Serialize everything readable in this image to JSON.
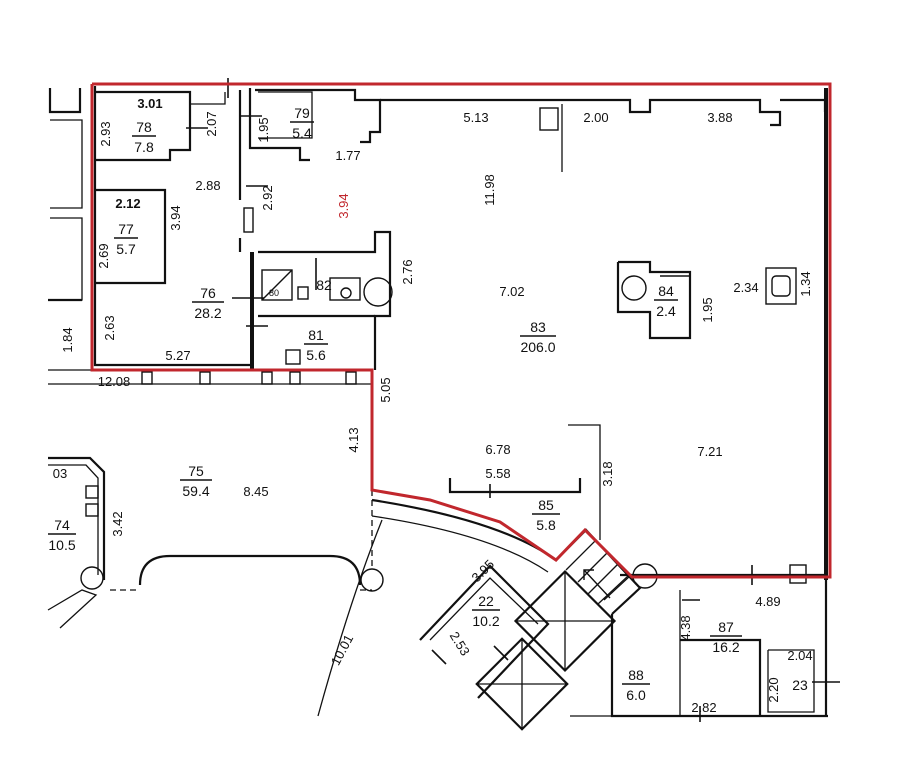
{
  "plan": {
    "boundary_color": "#c1272d",
    "rooms": [
      {
        "id": "78",
        "area": "7.8"
      },
      {
        "id": "77",
        "area": "5.7"
      },
      {
        "id": "76",
        "area": "28.2"
      },
      {
        "id": "79",
        "area": "5.4"
      },
      {
        "id": "81",
        "area": "5.6"
      },
      {
        "id": "82",
        "area": ""
      },
      {
        "id": "83",
        "area": "206.0"
      },
      {
        "id": "84",
        "area": "2.4"
      },
      {
        "id": "85",
        "area": "5.8"
      },
      {
        "id": "75",
        "area": "59.4"
      },
      {
        "id": "74",
        "area": "10.5"
      },
      {
        "id": "22",
        "area": "10.2"
      },
      {
        "id": "87",
        "area": "16.2"
      },
      {
        "id": "88",
        "area": "6.0"
      },
      {
        "id": "23",
        "area": ""
      }
    ],
    "dimensions": {
      "d301": "3.01",
      "d293": "2.93",
      "d207": "2.07",
      "d195a": "1.95",
      "d513": "5.13",
      "d200": "2.00",
      "d388": "3.88",
      "d177": "1.77",
      "d288": "2.88",
      "d292": "2.92",
      "d394a": "3.94",
      "d394b": "3.94",
      "d1198": "11.98",
      "d212": "2.12",
      "d269": "2.69",
      "d276": "2.76",
      "d702": "7.02",
      "d195b": "1.95",
      "d234": "2.34",
      "d134": "1.34",
      "d263": "2.63",
      "d184": "1.84",
      "d527": "5.27",
      "d1208": "12.08",
      "d505": "5.05",
      "d413": "4.13",
      "d678": "6.78",
      "d558": "5.58",
      "d318": "3.18",
      "d721": "7.21",
      "d845": "8.45",
      "d342": "3.42",
      "d395": "3.95",
      "d1001": "10.01",
      "d253": "2.53",
      "d438": "4.38",
      "d489": "4.89",
      "d204": "2.04",
      "d220": "2.20",
      "d282": "2.82",
      "d80": "80",
      "r03": "03"
    }
  }
}
